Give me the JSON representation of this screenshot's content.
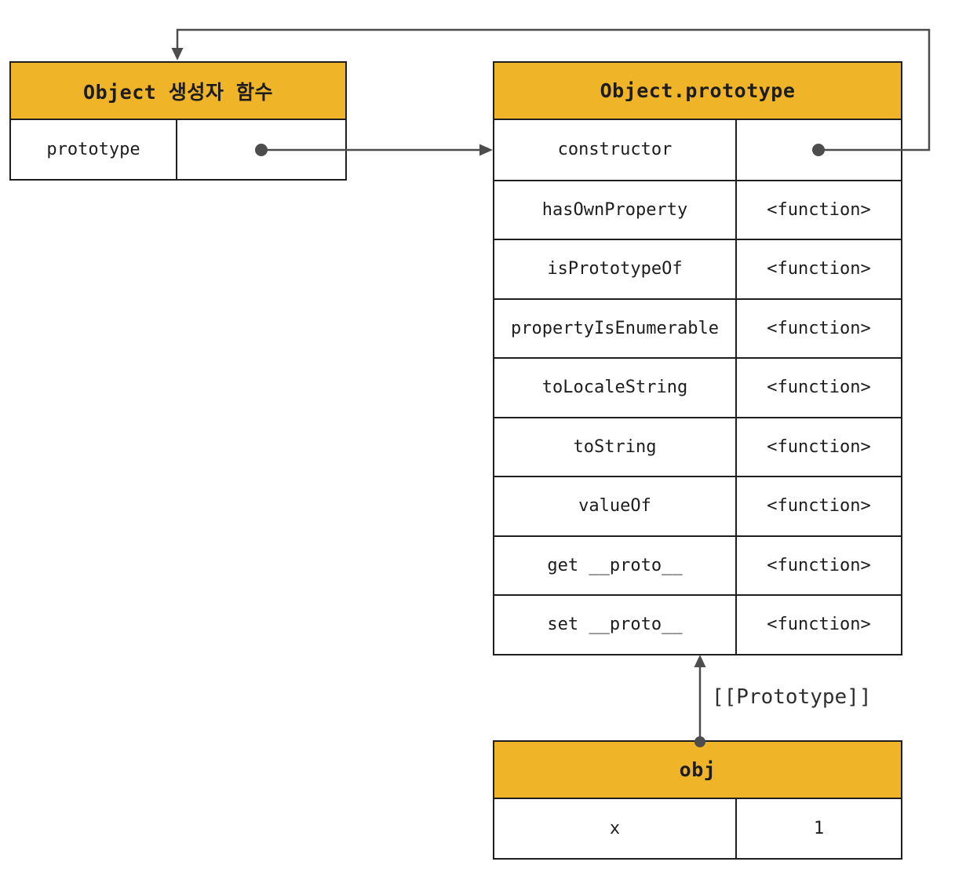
{
  "colors": {
    "accent_yellow": "#F0B429",
    "border": "#1F1F1F",
    "arrow": "#4D4D4D",
    "text": "#1D1D1D",
    "background": "#FFFFFF"
  },
  "tables": {
    "constructor_fn": {
      "title": "Object 생성자 함수",
      "rows": [
        {
          "name": "prototype",
          "value": ""
        }
      ]
    },
    "prototype": {
      "title": "Object.prototype",
      "rows": [
        {
          "name": "constructor",
          "value": ""
        },
        {
          "name": "hasOwnProperty",
          "value": "<function>"
        },
        {
          "name": "isPrototypeOf",
          "value": "<function>"
        },
        {
          "name": "propertyIsEnumerable",
          "value": "<function>"
        },
        {
          "name": "toLocaleString",
          "value": "<function>"
        },
        {
          "name": "toString",
          "value": "<function>"
        },
        {
          "name": "valueOf",
          "value": "<function>"
        },
        {
          "name": "get __proto__",
          "value": "<function>"
        },
        {
          "name": "set __proto__",
          "value": "<function>"
        }
      ]
    },
    "obj": {
      "title": "obj",
      "rows": [
        {
          "name": "x",
          "value": "1"
        }
      ]
    }
  },
  "labels": {
    "prototype_link": "[[Prototype]]"
  }
}
